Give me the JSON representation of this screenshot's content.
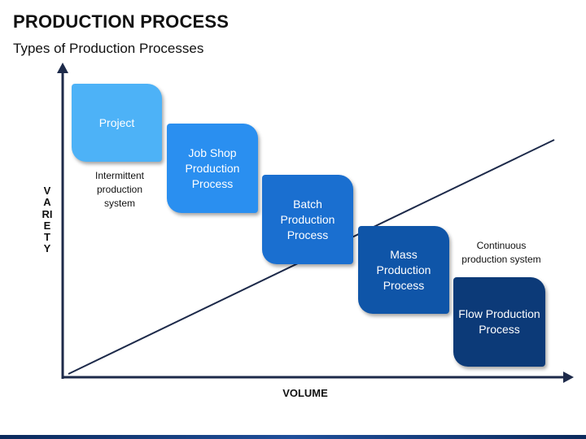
{
  "header": {
    "title": "PRODUCTION PROCESS",
    "subtitle": "Types of Production Processes"
  },
  "axes": {
    "y_label": "VARIETY",
    "x_label": "VOLUME"
  },
  "boxes": [
    {
      "label": "Project",
      "color": "#4db2f7"
    },
    {
      "label": "Job Shop Production Process",
      "color": "#2a8ff0"
    },
    {
      "label": "Batch Production Process",
      "color": "#1a6fd0"
    },
    {
      "label": "Mass Production Process",
      "color": "#0f55a8"
    },
    {
      "label": "Flow Production Process",
      "color": "#0c3a78"
    }
  ],
  "notes": {
    "intermittent": "Intermittent production system",
    "continuous": "Continuous production system"
  },
  "colors": {
    "axis": "#1d2a4a",
    "bottom_bar": "#1f4f9a"
  }
}
